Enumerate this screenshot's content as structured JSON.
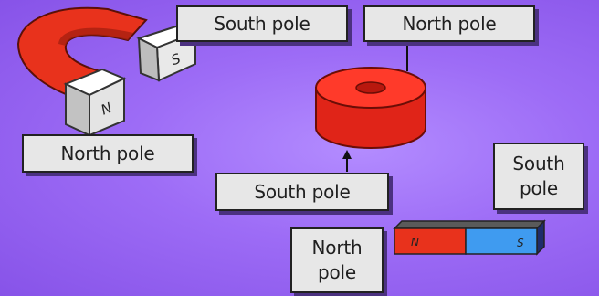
{
  "labels": {
    "horseshoe_south": "South pole",
    "ring_north": "North pole",
    "horseshoe_north": "North pole",
    "ring_south": "South pole",
    "bar_south": "South\npole",
    "bar_north": "North\npole"
  },
  "pole_letters": {
    "horseshoe_n": "N",
    "horseshoe_s": "S",
    "bar_n": "N",
    "bar_s": "S"
  },
  "colors": {
    "background": "#9d6cf6",
    "magnet_red": "#e8321c",
    "pole_white": "#f2f2f2",
    "bar_blue": "#3f9bf0",
    "label_fill": "#e7e7e7"
  }
}
